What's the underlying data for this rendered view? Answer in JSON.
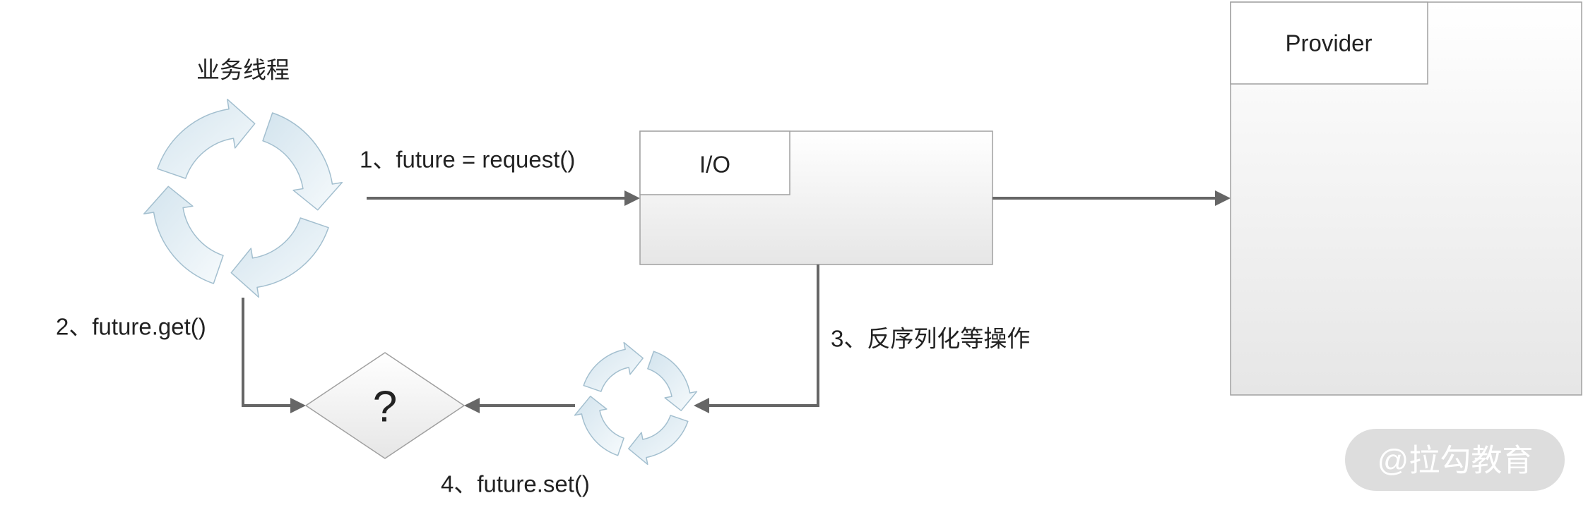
{
  "labels": {
    "business_thread": "业务线程",
    "io": "I/O",
    "provider": "Provider",
    "decision": "?"
  },
  "steps": {
    "request": "1、future = request()",
    "get": "2、future.get()",
    "deserialize": "3、反序列化等操作",
    "set": "4、future.set()"
  },
  "icons": {
    "business_thread": "cycle-arrows-icon",
    "callback": "cycle-arrows-icon"
  },
  "watermark": {
    "text": "@拉勾教育"
  },
  "colors": {
    "connector": "#666666",
    "box_border": "#a0a0a0",
    "box_fill_top": "#ffffff",
    "box_fill_bottom": "#e6e6e6",
    "cycle_arrow_dark": "#d3e4ee",
    "cycle_arrow_light": "#f6fafc",
    "cycle_arrow_stroke": "#a3bfcf",
    "text": "#222222",
    "watermark_bg": "#d9d9d9",
    "watermark_text": "#ffffff"
  }
}
